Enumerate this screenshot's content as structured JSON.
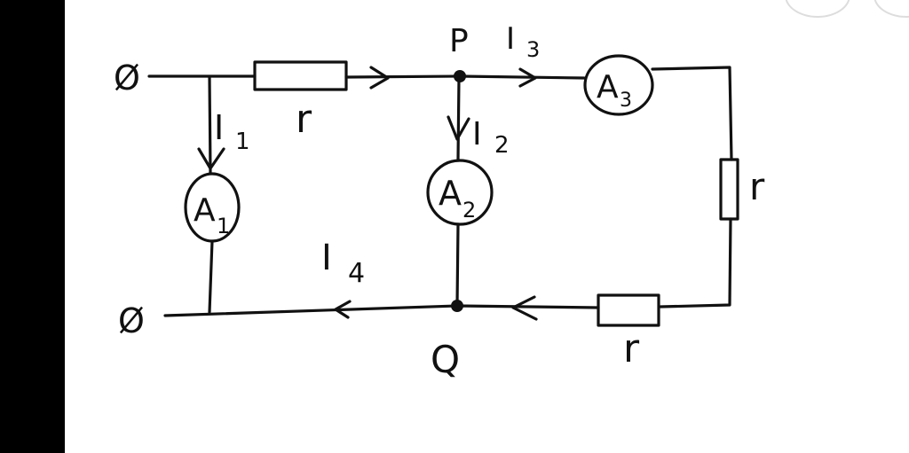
{
  "labels": {
    "node_p": "P",
    "node_q": "Q",
    "current_1": "I",
    "current_1_sub": "1",
    "current_2": "I",
    "current_2_sub": "2",
    "current_3": "I",
    "current_3_sub": "3",
    "current_4": "I",
    "current_4_sub": "4",
    "resistor_top": "r",
    "resistor_right": "r",
    "resistor_bottom": "r",
    "ammeter_1": "A",
    "ammeter_1_sub": "1",
    "ammeter_2": "A",
    "ammeter_2_sub": "2",
    "ammeter_3": "A",
    "ammeter_3_sub": "3",
    "terminal_top": "Ø",
    "terminal_bottom": "Ø"
  },
  "colors": {
    "ink": "#111111",
    "background": "#ffffff",
    "side_bar": "#000000"
  }
}
